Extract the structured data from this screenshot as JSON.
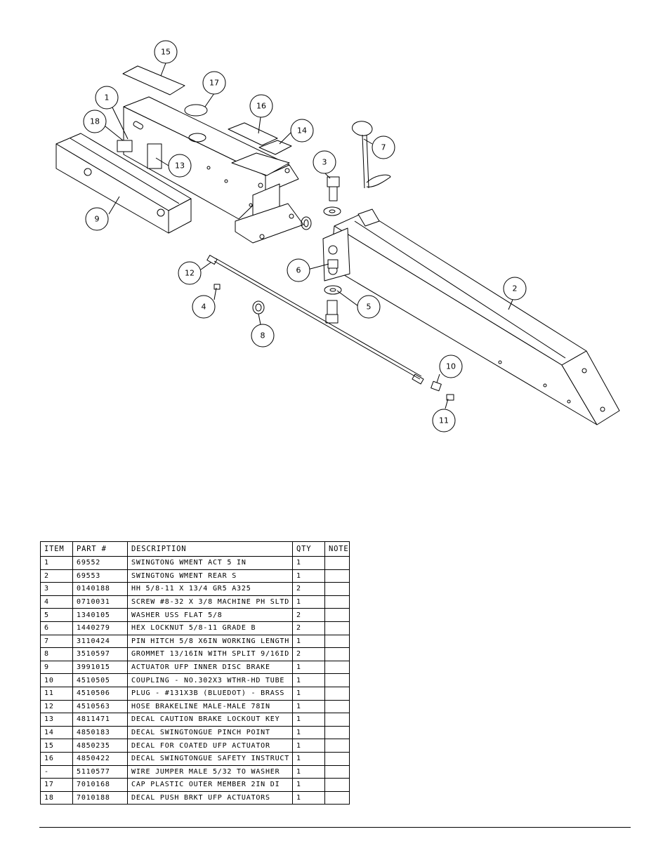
{
  "callouts": [
    "1",
    "2",
    "3",
    "4",
    "5",
    "6",
    "7",
    "8",
    "9",
    "10",
    "11",
    "12",
    "13",
    "14",
    "15",
    "16",
    "17",
    "18"
  ],
  "table": {
    "headers": [
      "ITEM",
      "PART #",
      "DESCRIPTION",
      "QTY",
      "NOTE"
    ],
    "rows": [
      {
        "item": "1",
        "part": "69552",
        "desc": "SWINGTONG WMENT ACT 5 IN",
        "qty": "1",
        "note": ""
      },
      {
        "item": "2",
        "part": "69553",
        "desc": "SWINGTONG WMENT REAR S",
        "qty": "1",
        "note": ""
      },
      {
        "item": "3",
        "part": "0140188",
        "desc": "HH 5/8-11 X 13/4  GR5 A325",
        "qty": "2",
        "note": ""
      },
      {
        "item": "4",
        "part": "0710031",
        "desc": "SCREW #8-32 X 3/8 MACHINE PH SLTD",
        "qty": "1",
        "note": ""
      },
      {
        "item": "5",
        "part": "1340105",
        "desc": "WASHER USS FLAT 5/8",
        "qty": "2",
        "note": ""
      },
      {
        "item": "6",
        "part": "1440279",
        "desc": "HEX LOCKNUT 5/8-11 GRADE B",
        "qty": "2",
        "note": ""
      },
      {
        "item": "7",
        "part": "3110424",
        "desc": "PIN HITCH 5/8 X6IN WORKING LENGTH",
        "qty": "1",
        "note": ""
      },
      {
        "item": "8",
        "part": "3510597",
        "desc": "GROMMET 13/16IN  WITH SPLIT 9/16ID",
        "qty": "2",
        "note": ""
      },
      {
        "item": "9",
        "part": "3991015",
        "desc": "ACTUATOR UFP INNER  DISC BRAKE",
        "qty": "1",
        "note": ""
      },
      {
        "item": "10",
        "part": "4510505",
        "desc": "COUPLING - NO.302X3 WTHR-HD TUBE",
        "qty": "1",
        "note": ""
      },
      {
        "item": "11",
        "part": "4510506",
        "desc": "PLUG - #131X3B (BLUEDOT) - BRASS",
        "qty": "1",
        "note": ""
      },
      {
        "item": "12",
        "part": "4510563",
        "desc": "HOSE BRAKELINE MALE-MALE 78IN",
        "qty": "1",
        "note": ""
      },
      {
        "item": "13",
        "part": "4811471",
        "desc": "DECAL CAUTION BRAKE LOCKOUT KEY",
        "qty": "1",
        "note": ""
      },
      {
        "item": "14",
        "part": "4850183",
        "desc": "DECAL SWINGTONGUE PINCH POINT",
        "qty": "1",
        "note": ""
      },
      {
        "item": "15",
        "part": "4850235",
        "desc": "DECAL FOR COATED UFP ACTUATOR",
        "qty": "1",
        "note": ""
      },
      {
        "item": "16",
        "part": "4850422",
        "desc": "DECAL SWINGTONGUE SAFETY INSTRUCT",
        "qty": "1",
        "note": ""
      },
      {
        "item": "-",
        "part": "5110577",
        "desc": "WIRE JUMPER MALE 5/32 TO WASHER",
        "qty": "1",
        "note": ""
      },
      {
        "item": "17",
        "part": "7010168",
        "desc": "CAP  PLASTIC OUTER MEMBER 2IN DI",
        "qty": "1",
        "note": ""
      },
      {
        "item": "18",
        "part": "7010188",
        "desc": "DECAL PUSH BRKT UFP ACTUATORS",
        "qty": "1",
        "note": ""
      }
    ]
  }
}
